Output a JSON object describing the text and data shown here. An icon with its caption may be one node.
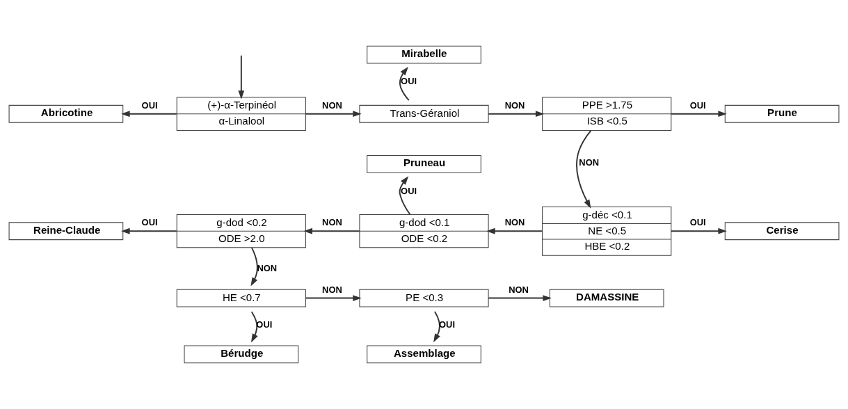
{
  "diagram": {
    "nodes": [
      {
        "text": [
          "(+)-α-Terpinéol",
          "α-Linalool"
        ]
      },
      {
        "text": [
          "Abricotine"
        ]
      },
      {
        "text": [
          "Trans-Géraniol"
        ]
      },
      {
        "text": [
          "Mirabelle"
        ]
      },
      {
        "text": [
          "PPE >1.75",
          "ISB <0.5"
        ]
      },
      {
        "text": [
          "Prune"
        ]
      },
      {
        "text": [
          "g-déc <0.1",
          "NE <0.5",
          "HBE <0.2"
        ]
      },
      {
        "text": [
          "Cerise"
        ]
      },
      {
        "text": [
          "g-dod <0.1",
          "ODE <0.2"
        ]
      },
      {
        "text": [
          "Pruneau"
        ]
      },
      {
        "text": [
          "g-dod <0.2",
          "ODE >2.0"
        ]
      },
      {
        "text": [
          "Reine-Claude"
        ]
      },
      {
        "text": [
          "HE <0.7"
        ]
      },
      {
        "text": [
          "Bérudge"
        ]
      },
      {
        "text": [
          "PE <0.3"
        ]
      },
      {
        "text": [
          "Assemblage"
        ]
      },
      {
        "text": [
          "DAMASSINE"
        ]
      }
    ],
    "edges": [
      {
        "from": null,
        "to": 0,
        "arrow": "to"
      },
      {
        "from": 0,
        "to": 1,
        "arrow": "to",
        "label": "OUI"
      },
      {
        "from": 0,
        "to": 2,
        "arrow": "to",
        "label": "NON"
      },
      {
        "from": 2,
        "to": 3,
        "arrow": "to",
        "label": "OUI"
      },
      {
        "from": 2,
        "to": 4,
        "arrow": "to",
        "label": "NON"
      },
      {
        "from": 4,
        "to": 5,
        "arrow": "to",
        "label": "OUI"
      },
      {
        "from": 4,
        "to": 6,
        "arrow": "to",
        "label": "NON"
      },
      {
        "from": 6,
        "to": 7,
        "arrow": "to",
        "label": "OUI"
      },
      {
        "from": 6,
        "to": 8,
        "arrow": "to",
        "label": "NON"
      },
      {
        "from": 8,
        "to": 9,
        "arrow": "to",
        "label": "OUI"
      },
      {
        "from": 8,
        "to": 10,
        "arrow": "to",
        "label": "NON"
      },
      {
        "from": 10,
        "to": 11,
        "arrow": "to",
        "label": "OUI"
      },
      {
        "from": 10,
        "to": 12,
        "arrow": "to",
        "label": "NON"
      },
      {
        "from": 12,
        "to": 13,
        "arrow": "to",
        "label": "OUI"
      },
      {
        "from": 12,
        "to": 14,
        "arrow": "to",
        "label": "NON"
      },
      {
        "from": 14,
        "to": 15,
        "arrow": "to",
        "label": "OUI"
      },
      {
        "from": 14,
        "to": 16,
        "arrow": "to",
        "label": "NON"
      }
    ]
  }
}
